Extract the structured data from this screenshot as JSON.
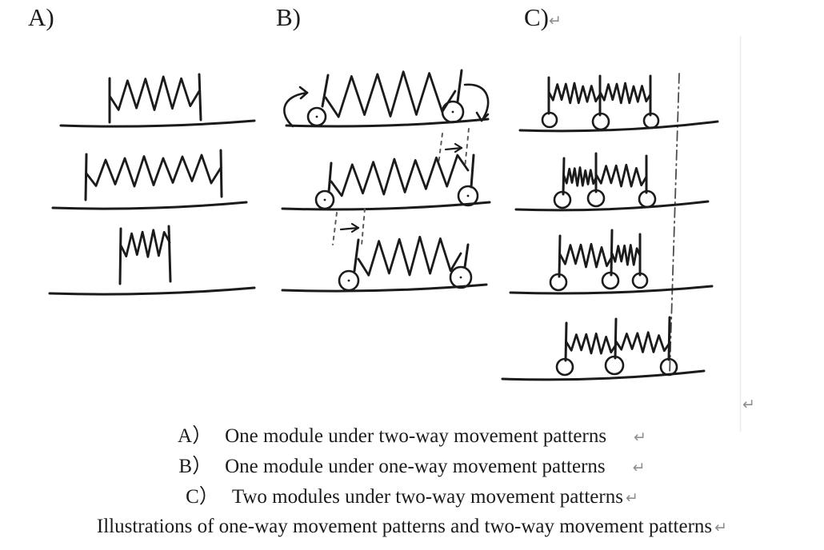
{
  "document": {
    "figure_caption": "Illustrations of one-way movement patterns and two-way movement patterns",
    "return_mark": "↵"
  },
  "panels": [
    {
      "label": "A)",
      "caption_label": "A）",
      "caption": "One module under two-way movement patterns",
      "rows": [
        "spring natural length",
        "spring stretched",
        "spring compressed"
      ]
    },
    {
      "label": "B)",
      "caption_label": "B）",
      "caption": "One module under one-way movement patterns",
      "rows": [
        "wheeled module with rotation arrows, displaced right",
        "wheeled module stretched, displaced right",
        "wheeled module contracted"
      ]
    },
    {
      "label": "C)",
      "caption_label": "C）",
      "caption": "Two modules under two-way movement patterns",
      "rows": [
        "both springs natural at reference line",
        "left compressed right stretched",
        "left stretched right compressed",
        "both springs natural advanced past reference line"
      ]
    }
  ],
  "colors": {
    "ink": "#1b1b1b",
    "return_mark": "#8f8f8f",
    "reference_line": "#4d4d4d",
    "boundary_line": "#ececec"
  }
}
